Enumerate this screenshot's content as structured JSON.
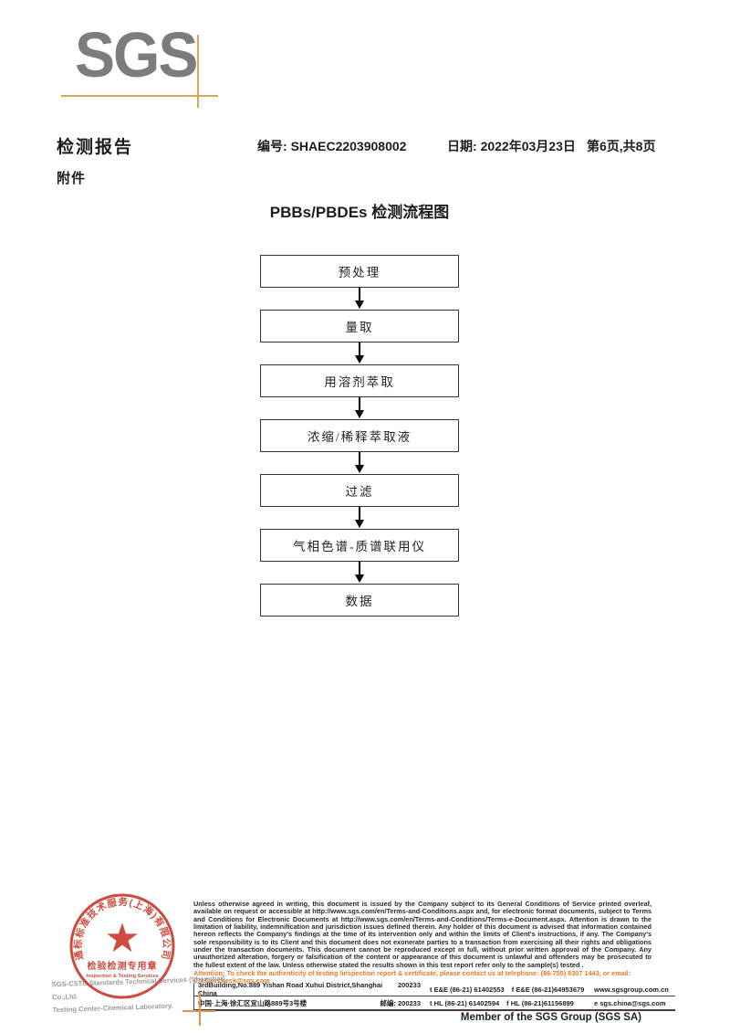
{
  "logo": {
    "text": "SGS"
  },
  "header": {
    "report_title": "检测报告",
    "report_no_label": "编号:",
    "report_no": "SHAEC2203908002",
    "date_label": "日期:",
    "date": "2022年03月23日",
    "page_info": "第6页,共8页",
    "attachment": "附件"
  },
  "flowchart": {
    "title": "PBBs/PBDEs 检测流程图",
    "steps": [
      "预处理",
      "量取",
      "用溶剂萃取",
      "浓缩/稀释萃取液",
      "过滤",
      "气相色谱-质谱联用仪",
      "数据"
    ]
  },
  "stamp": {
    "ring_text": "通标标准技术服务(上海)有限公司",
    "seal_line1": "检验检测专用章",
    "seal_line2": "Inspection & Testing Services",
    "color": "#c8382b",
    "company_en_line1": "SGS-CSTC Standards Technical Services (Shanghai) Co.,Ltd.",
    "company_en_line2": "Testing Center-Chemical Laboratory."
  },
  "footer": {
    "disclaimer": "Unless otherwise agreed in writing, this document is issued by the Company subject to its General Conditions of Service printed overleaf, available on request or accessible at http://www.sgs.com/en/Terms-and-Conditions.aspx and, for electronic format documents, subject to Terms and Conditions for Electronic Documents at http://www.sgs.com/en/Terms-and-Conditions/Terms-e-Document.aspx. Attention is drawn to the limitation of liability, indemnification and jurisdiction issues defined therein. Any holder of this document is advised that information contained hereon reflects the Company's findings at the time of its intervention only and within the limits of Client's instructions, if any. The Company's sole responsibility is to its Client and this document does not exonerate parties to a transaction from exercising all their rights and obligations under the transaction documents. This document cannot be reproduced except in full, without prior written approval of the Company. Any unauthorized alteration, forgery or falsification of the content or appearance of this document is unlawful and offenders may be prosecuted to the fullest extent of the law. Unless otherwise stated the results shown in this test report refer only to the sample(s) tested .",
    "attention": "Attention: To check the authenticity of testing /inspection report & certificate, please contact us at telephone: (86-755) 8307 1443, or email: CN.Doccheck@sgs.com",
    "address_en": "3rdBuilding,No.889 Yishan Road Xuhui District,Shanghai China",
    "postcode_en": "200233",
    "phone_en": "t E&E (86-21) 61402553",
    "fax_en": "f E&E (86-21)64953679",
    "website": "www.sgsgroup.com.cn",
    "address_cn": "中国·上海·徐汇区宜山路889号3号楼",
    "postcode_cn": "邮编: 200233",
    "phone_cn": "t HL (86-21) 61402594",
    "fax_cn": "f HL (86-21)61156899",
    "email": "e sgs.china@sgs.com",
    "member_line": "Member of the SGS Group (SGS SA)"
  }
}
